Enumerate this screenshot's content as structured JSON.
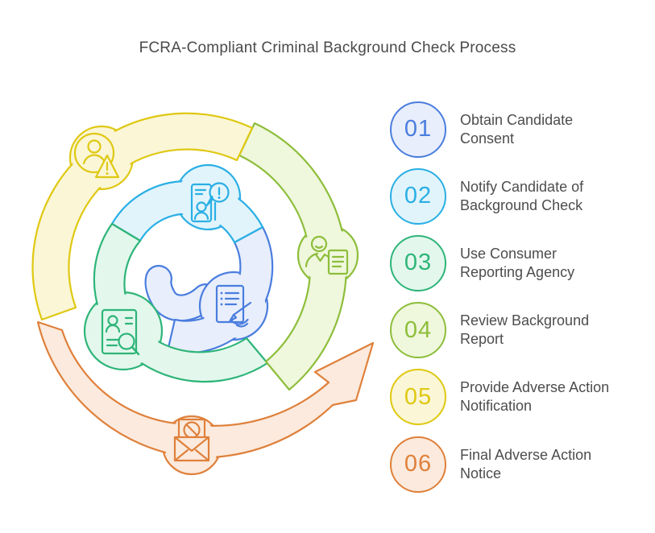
{
  "title": "FCRA-Compliant Criminal Background Check Process",
  "steps": [
    {
      "number": "01",
      "label": "Obtain Candidate Consent",
      "line1": "Obtain Candidate",
      "line2": "Consent",
      "color": "#4a7dde",
      "fill": "#e8eefb",
      "icon": "signature-document-icon"
    },
    {
      "number": "02",
      "label": "Notify Candidate of Background Check",
      "line1": "Notify Candidate of",
      "line2": "Background Check",
      "color": "#2aafe4",
      "fill": "#e1f4fc",
      "icon": "notification-profile-icon"
    },
    {
      "number": "03",
      "label": "Use Consumer Reporting Agency",
      "line1": "Use Consumer",
      "line2": "Reporting Agency",
      "color": "#2eb578",
      "fill": "#e3f7ed",
      "icon": "id-card-search-icon"
    },
    {
      "number": "04",
      "label": "Review Background Report",
      "line1": "Review Background",
      "line2": "Report",
      "color": "#8dbe3b",
      "fill": "#eff7dc",
      "icon": "candidate-report-icon"
    },
    {
      "number": "05",
      "label": "Provide Adverse Action Notification",
      "line1": "Provide Adverse Action",
      "line2": "Notification",
      "color": "#dfc812",
      "fill": "#faf6d6",
      "icon": "person-alert-icon"
    },
    {
      "number": "06",
      "label": "Final Adverse Action Notice",
      "line1": "Final Adverse Action",
      "line2": "Notice",
      "color": "#df803b",
      "fill": "#fbeadd",
      "icon": "rejection-mail-icon"
    }
  ],
  "colors": {
    "background": "#ffffff",
    "title_text": "#4a4a4a",
    "step_text": "#4d4d4d"
  }
}
